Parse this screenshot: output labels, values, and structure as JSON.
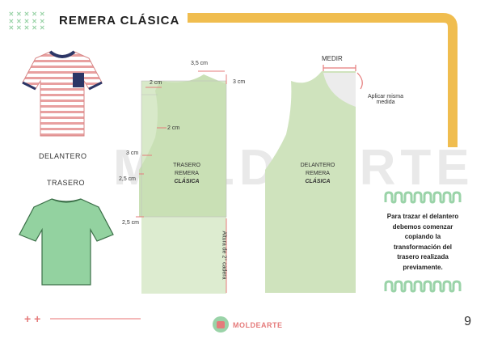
{
  "header": {
    "title": "REMERA CLÁSICA"
  },
  "labels": {
    "front": "DELANTERO",
    "back": "TRASERO"
  },
  "pattern_back": {
    "line1": "TRASERO",
    "line2": "REMERA",
    "line3": "CLÁSICA",
    "dims": {
      "neck_width": "3,5 cm",
      "neck_depth": "3 cm",
      "shoulder": "2 cm",
      "armhole": "2 cm",
      "side": "3 cm",
      "waist": "2,5 cm",
      "hip": "2,5 cm",
      "hip_height": "Altura de 2° cadera"
    }
  },
  "pattern_front": {
    "line1": "DELANTERO",
    "line2": "REMERA",
    "line3": "CLÁSICA",
    "measure": "MEDIR",
    "apply": "Aplicar misma medida"
  },
  "note": {
    "lines": [
      "Para trazar el delantero",
      "debemos comenzar",
      "copiando la",
      "transformación del",
      "trasero realizada",
      "previamente."
    ]
  },
  "footer": {
    "brand": "MOLDEARTE",
    "page": "9",
    "plus": "+ +"
  },
  "watermark": "MOLDEARTE",
  "colors": {
    "accent_yellow": "#f0bd4f",
    "pattern_green": "#cfe3bd",
    "light_green": "#ddecd0",
    "coral": "#e57b7b",
    "mint": "#9ad3a8",
    "tshirt_green": "#93d2a0"
  }
}
